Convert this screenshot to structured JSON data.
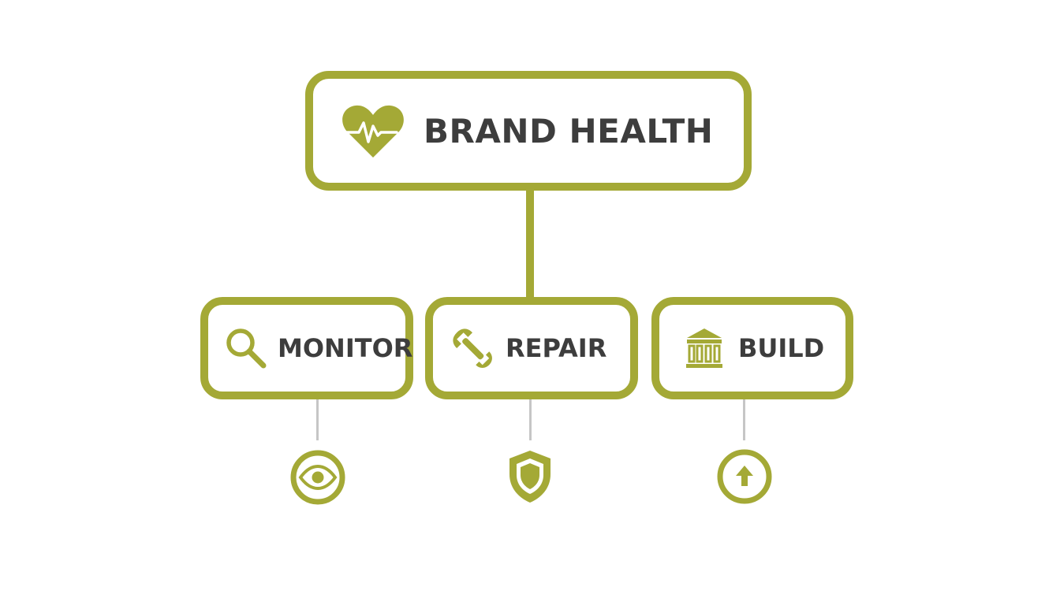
{
  "diagram": {
    "root": {
      "label": "BRAND HEALTH",
      "icon": "heart-pulse-icon"
    },
    "children": [
      {
        "label": "MONITOR",
        "icon": "magnifier-icon",
        "badge_icon": "eye-icon"
      },
      {
        "label": "REPAIR",
        "icon": "wrench-icon",
        "badge_icon": "shield-icon"
      },
      {
        "label": "BUILD",
        "icon": "bank-building-icon",
        "badge_icon": "up-arrow-circle-icon"
      }
    ]
  },
  "colors": {
    "accent": "#a4a936",
    "text": "#3d3d3d",
    "stem": "#c6c6c6",
    "background": "#ffffff"
  }
}
